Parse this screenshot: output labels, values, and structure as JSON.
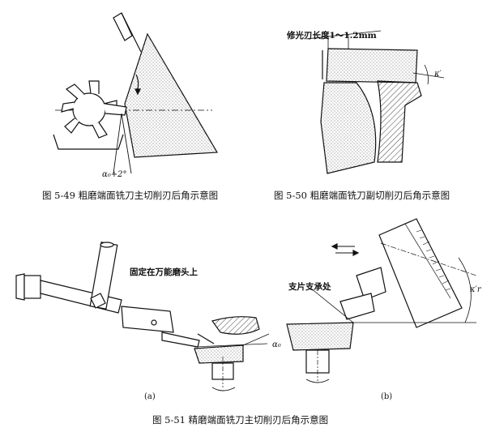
{
  "captions": {
    "fig_5_49": "图 5-49    粗磨端面铣刀主切削刃后角示意图",
    "fig_5_50": "图 5-50    粗磨端面铣刀副切削刃后角示意图",
    "fig_5_51": "图 5-51    精磨端面铣刀主切削刃后角示意图"
  },
  "labels": {
    "angle_5_49": "α₀+2°",
    "length_5_50": "修光刃长度1～1.2mm",
    "kappa_5_50": "κ′",
    "fixed_on": "固定在万能磨头上",
    "alpha0_a": "α₀",
    "support": "支片支承处",
    "kappa_r": "κ′r",
    "sub_a": "(a)",
    "sub_b": "(b)"
  },
  "colors": {
    "ink": "#111111",
    "stipple": "#444444",
    "paper": "#ffffff"
  }
}
